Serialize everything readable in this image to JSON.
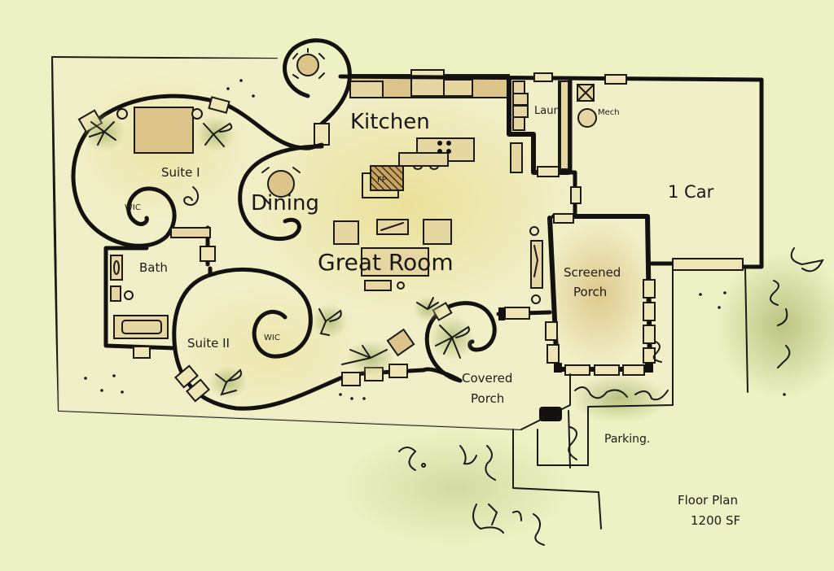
{
  "title": {
    "line1": "Floor Plan",
    "line2": "1200 SF"
  },
  "rooms": {
    "kitchen": "Kitchen",
    "dining": "Dining",
    "great_room": "Great Room",
    "suite1": "Suite I",
    "suite2": "Suite II",
    "wic1": "WIC",
    "wic2": "WIC",
    "bath": "Bath",
    "laundry": "Laun",
    "mech": "Mech",
    "garage": "1 Car",
    "screened_porch_1": "Screened",
    "screened_porch_2": "Porch",
    "covered_porch_1": "Covered",
    "covered_porch_2": "Porch",
    "parking": "Parking.",
    "fireplace": "FP"
  },
  "colors": {
    "paper": "#eef0c2",
    "floor": "#f0ecc4",
    "wash_tan": "#dcc48a",
    "wash_green": "#a8b870",
    "ink": "#141210"
  }
}
